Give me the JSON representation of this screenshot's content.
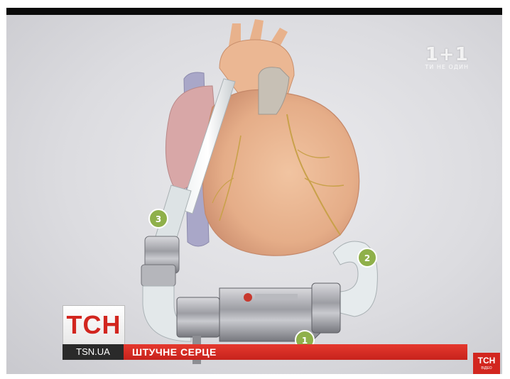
{
  "channel": {
    "logo": "1+1",
    "slogan": "ТИ НЕ ОДИН"
  },
  "callouts": [
    "3",
    "2",
    "1"
  ],
  "news_box": {
    "brand": "ТСН"
  },
  "lower_third": {
    "site": "TSN.UA",
    "headline": "ШТУЧНЕ СЕРЦЕ"
  },
  "corner_badge": {
    "brand": "ТСН",
    "sub": "ВІДЕО"
  },
  "colors": {
    "brand_red": "#d2261f",
    "callout_green": "#8fb04a",
    "heart": "#e9b48f"
  }
}
